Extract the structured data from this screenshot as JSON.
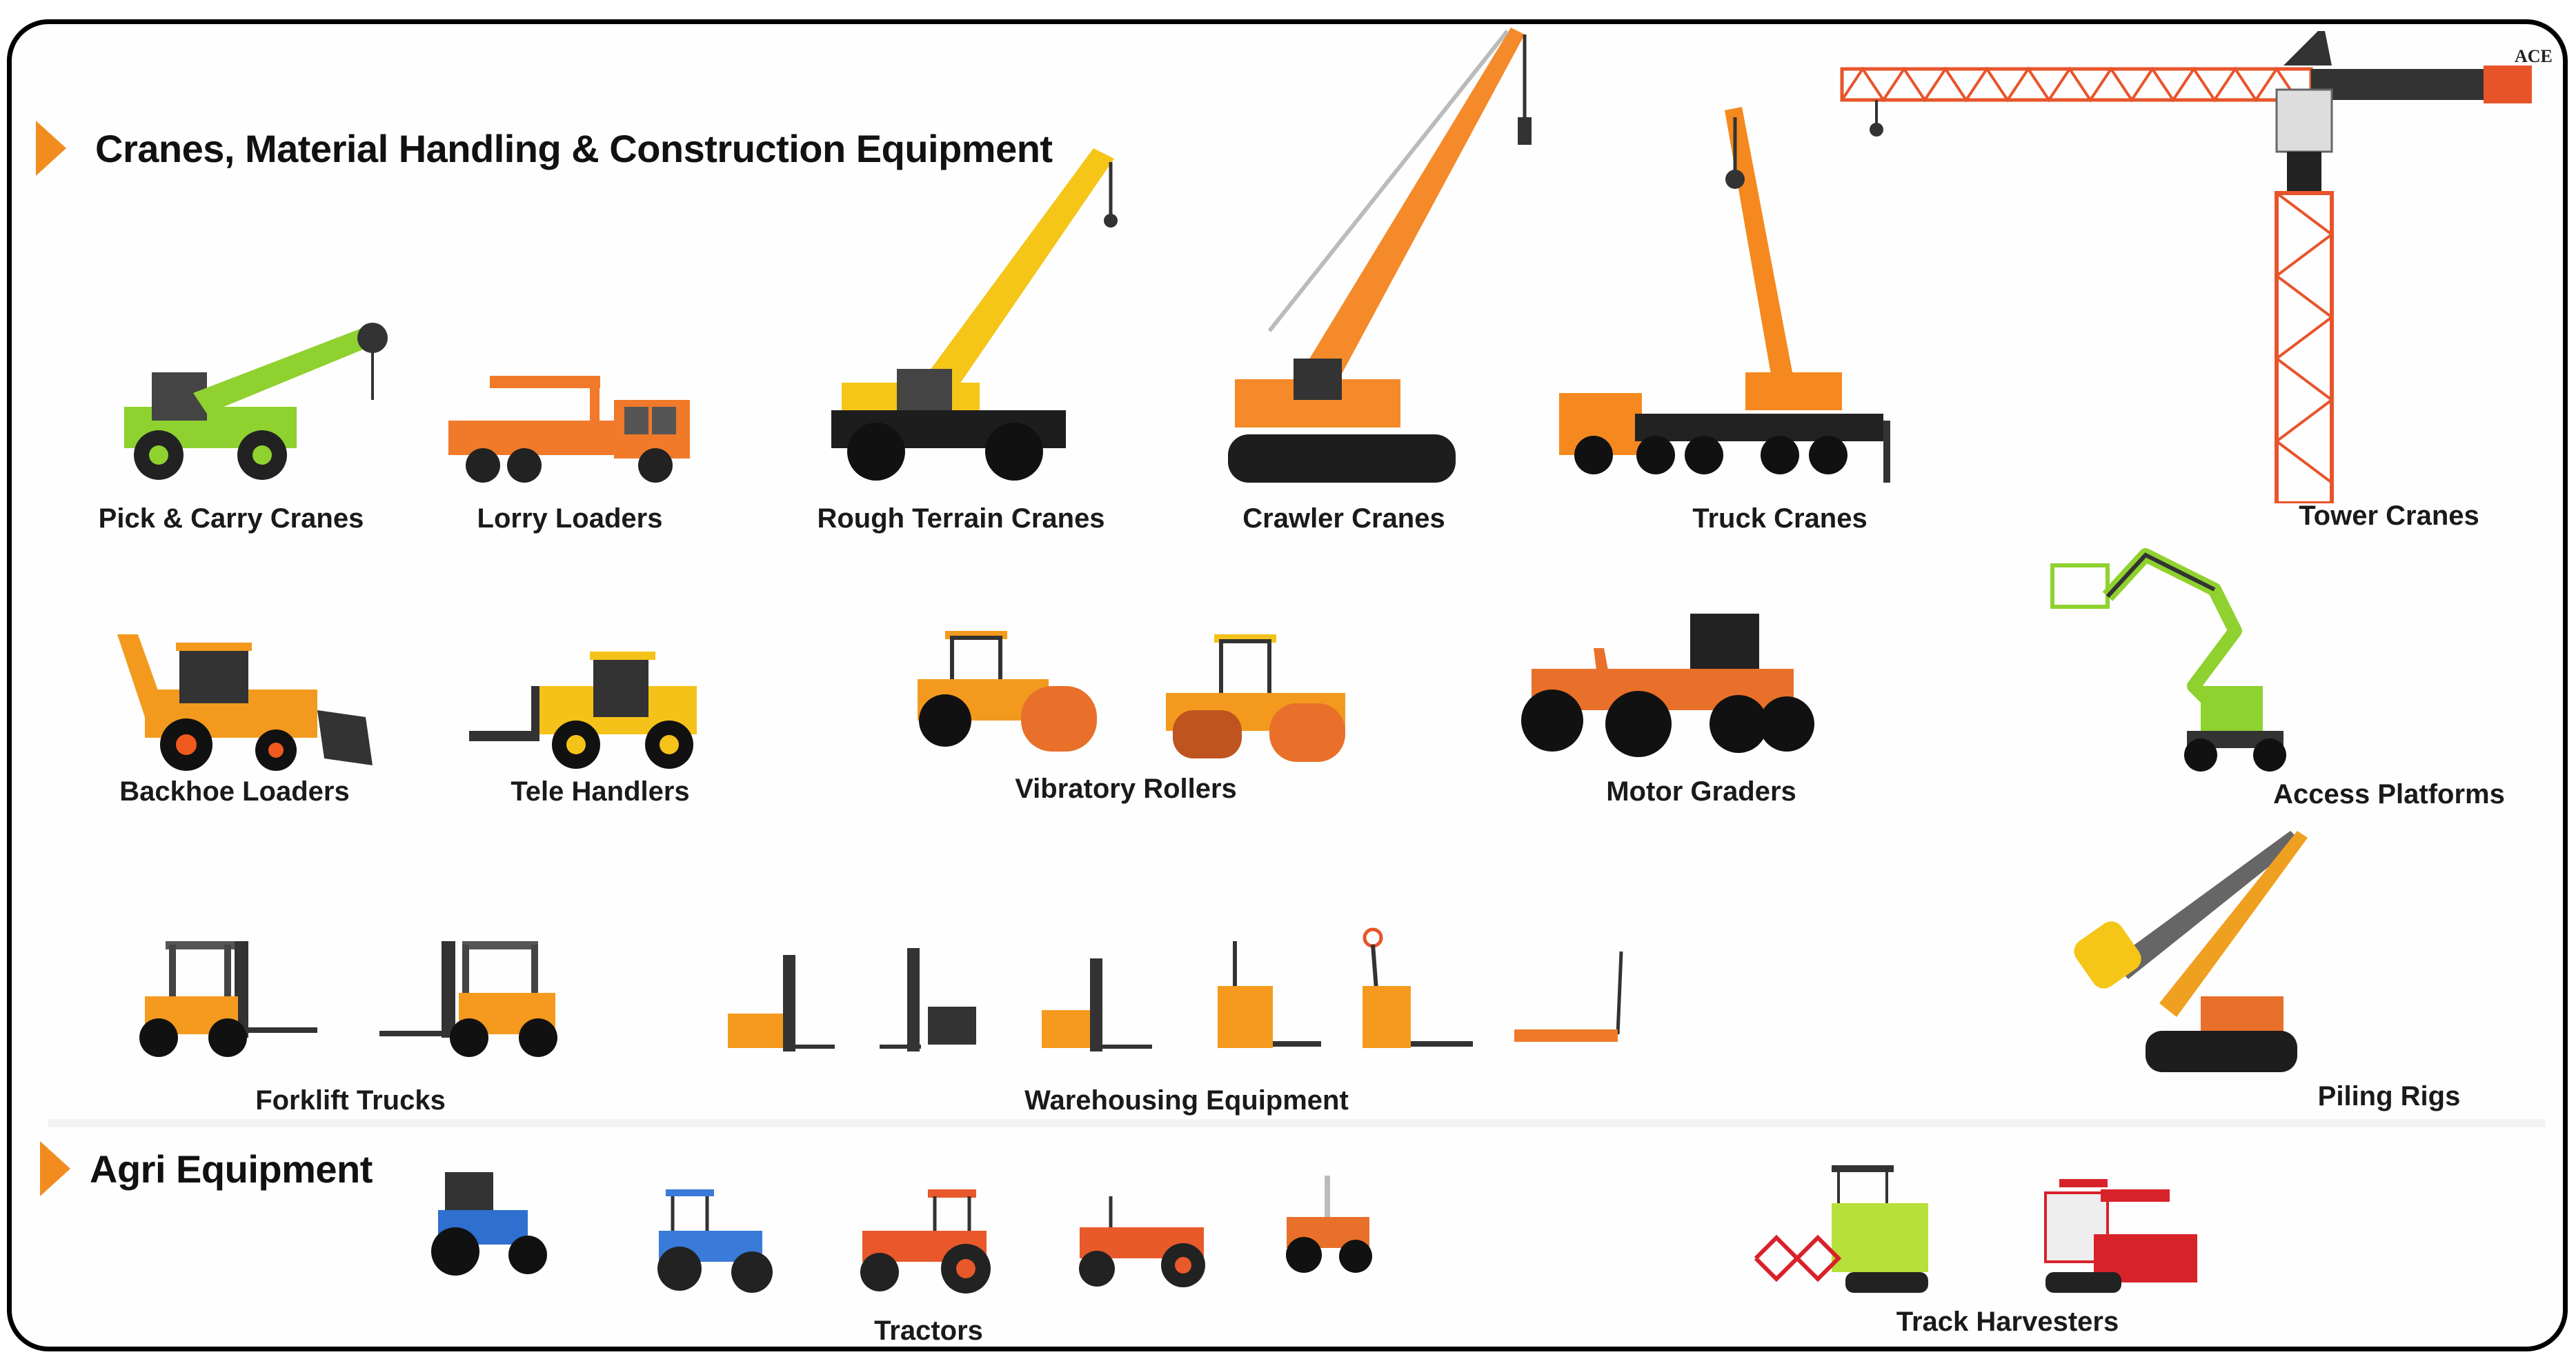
{
  "sections": [
    {
      "title": "Cranes, Material Handling & Construction Equipment",
      "accent_color": "#f28c1e",
      "items": [
        {
          "label": "Pick & Carry Cranes",
          "color": "#8fd12f",
          "count": 1
        },
        {
          "label": "Lorry Loaders",
          "color": "#f07a2a",
          "count": 1
        },
        {
          "label": "Rough Terrain Cranes",
          "color": "#f5c518",
          "count": 1
        },
        {
          "label": "Crawler Cranes",
          "color": "#f58a2a",
          "count": 1
        },
        {
          "label": "Truck Cranes",
          "color": "#f5891f",
          "count": 1
        },
        {
          "label": "Tower Cranes",
          "color": "#e8542a",
          "count": 1
        },
        {
          "label": "Backhoe Loaders",
          "color": "#f39a1e",
          "count": 1
        },
        {
          "label": "Tele Handlers",
          "color": "#f5c21a",
          "count": 1
        },
        {
          "label": "Vibratory Rollers",
          "color": "#f39a1e",
          "count": 2
        },
        {
          "label": "Motor Graders",
          "color": "#e8702a",
          "count": 1
        },
        {
          "label": "Access Platforms",
          "color": "#a6e02e",
          "count": 1
        },
        {
          "label": "Forklift Trucks",
          "color": "#f59a1e",
          "count": 2
        },
        {
          "label": "Warehousing Equipment",
          "color": "#f59a1e",
          "count": 6
        },
        {
          "label": "Piling Rigs",
          "color": "#f0a020",
          "count": 1
        }
      ]
    },
    {
      "title": "Agri Equipment",
      "accent_color": "#f28c1e",
      "items": [
        {
          "label": "Tractors",
          "colors": [
            "#2f6fd0",
            "#3a7ad8",
            "#e8582a",
            "#e85a2a",
            "#e8702a"
          ],
          "count": 5
        },
        {
          "label": "Track Harvesters",
          "colors": [
            "#b8e03a",
            "#d8222a"
          ],
          "count": 2
        }
      ]
    }
  ],
  "brand_mark": "ACE"
}
